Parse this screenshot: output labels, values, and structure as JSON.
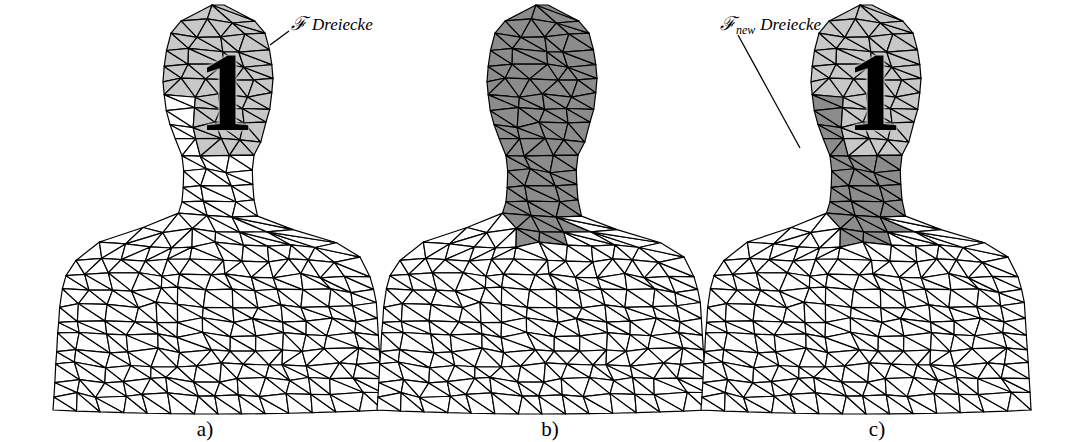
{
  "diagram": {
    "labels": [
      "ℱ",
      "Dreiecke",
      "1",
      "ℱ",
      "new",
      "Dreiecke",
      "1",
      "a)",
      "b)",
      "c)"
    ]
  }
}
